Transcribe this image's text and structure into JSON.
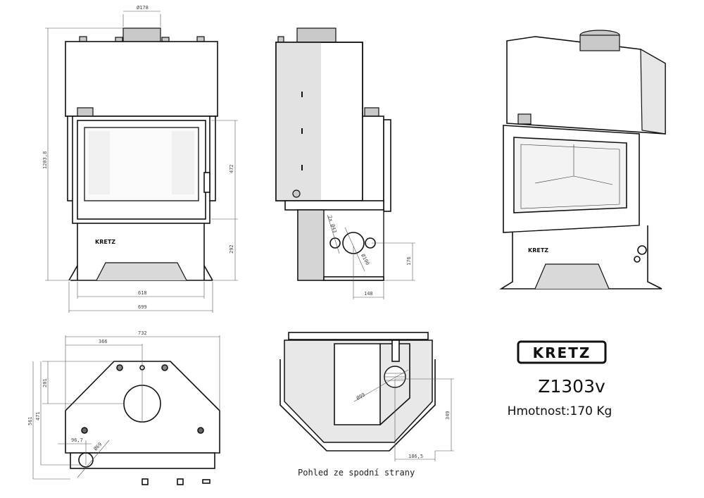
{
  "front_view": {
    "flue_diameter": "Ø178",
    "total_height": "1203,8",
    "door_height": "472",
    "base_height": "292",
    "inner_width": "618",
    "outer_width": "699",
    "brand_mark": "KRETZ"
  },
  "side_view": {
    "hole_small": "2x Ø43",
    "hole_large": "Ø100",
    "hole_height": "176",
    "hole_offset": "148"
  },
  "top_view": {
    "total_width": "732",
    "half_width": "366",
    "flue_depth": "201",
    "depth_471": "471",
    "depth_561": "561",
    "air_offset": "96,7",
    "air_diameter": "Ø69"
  },
  "bottom_view": {
    "inlet_diameter": "Ø99",
    "inlet_depth": "349",
    "inlet_offset": "186,5",
    "caption": "Pohled ze spodní strany"
  },
  "product": {
    "logo": "KRETZ",
    "model": "Z1303v",
    "weight": "Hmotnost:170 Kg"
  }
}
